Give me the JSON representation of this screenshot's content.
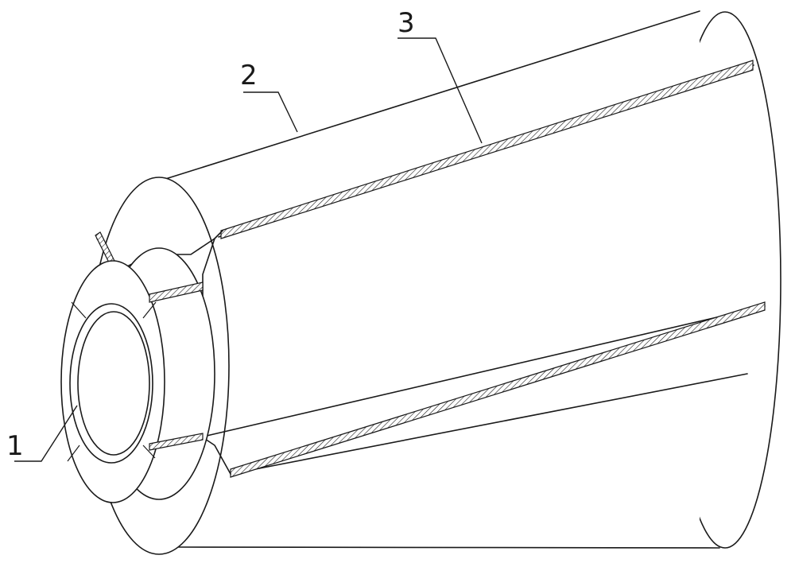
{
  "figure": {
    "callouts": [
      {
        "id": "1",
        "text": "1"
      },
      {
        "id": "2",
        "text": "2"
      },
      {
        "id": "3",
        "text": "3"
      }
    ],
    "colors": {
      "line": "#1a1a1a",
      "background": "#ffffff"
    }
  }
}
